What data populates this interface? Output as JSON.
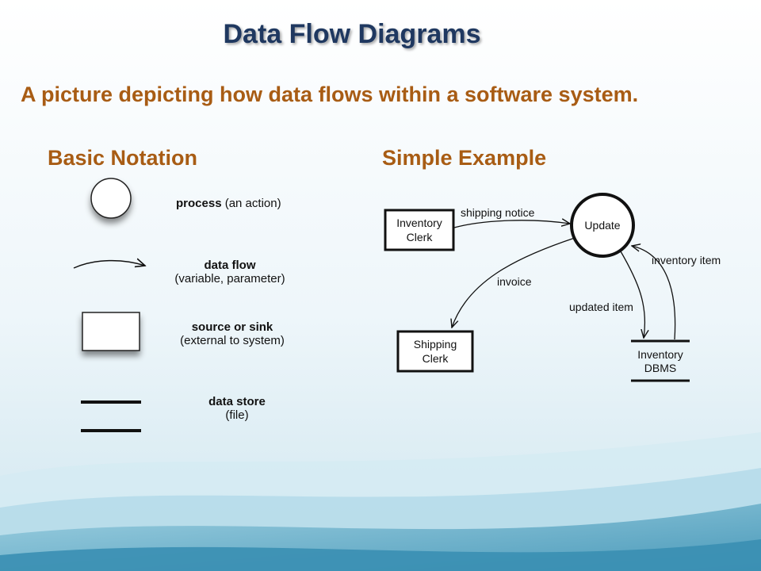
{
  "title": "Data Flow Diagrams",
  "subtitle": "A picture depicting how data flows within a software system.",
  "left_heading": "Basic Notation",
  "right_heading": "Simple Example",
  "notation": {
    "process": {
      "bold": "process",
      "rest": " (an action)"
    },
    "data_flow": {
      "bold": "data flow",
      "detail": "(variable, parameter)"
    },
    "source_sink": {
      "bold": "source or sink",
      "detail": "(external to system)"
    },
    "data_store": {
      "bold": "data store",
      "detail": "(file)"
    }
  },
  "example": {
    "inventory_clerk": [
      "Inventory",
      "Clerk"
    ],
    "update": "Update",
    "shipping_clerk": [
      "Shipping",
      "Clerk"
    ],
    "inventory_dbms": [
      "Inventory",
      "DBMS"
    ],
    "flow_shipping_notice": "shipping notice",
    "flow_invoice": "invoice",
    "flow_updated_item": "updated item",
    "flow_inventory_item": "inventory item"
  },
  "colors": {
    "title": "#1f3860",
    "heading": "#a85c14",
    "background_top": "#ffffff",
    "background_bottom": "#5aa9c6"
  }
}
